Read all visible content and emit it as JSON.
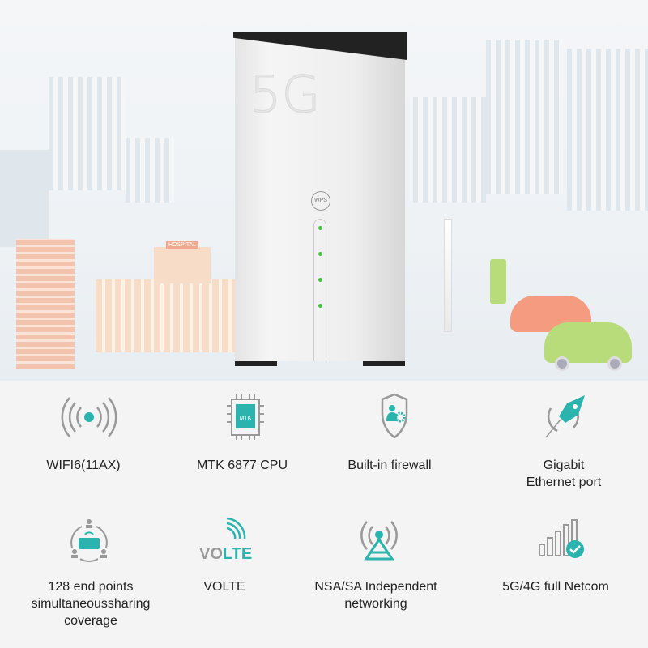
{
  "product": {
    "front_print": "5G",
    "button_label": "WPS",
    "led_count": 4
  },
  "colors": {
    "accent": "#2bb3ad",
    "icon_gray": "#999999",
    "led": "#3ec43e"
  },
  "features": [
    {
      "label": "WIFI6(11AX)",
      "icon": "wifi-signal-icon"
    },
    {
      "label": "MTK 6877 CPU",
      "icon": "cpu-chip-icon",
      "chip_text": "MTK"
    },
    {
      "label": "Built-in firewall",
      "icon": "shield-user-gear-icon"
    },
    {
      "label": "Gigabit\nEthernet port",
      "icon": "rocket-icon"
    },
    {
      "label": "128 end points\nsimultaneoussharing\ncoverage",
      "icon": "shared-router-users-icon"
    },
    {
      "label": "VOLTE",
      "icon": "volte-icon",
      "logo_text": "VOLTE"
    },
    {
      "label": "NSA/SA Independent\nnetworking",
      "icon": "antenna-tower-icon"
    },
    {
      "label": "5G/4G full Netcom",
      "icon": "signal-bars-check-icon"
    }
  ],
  "hero": {
    "hospital_sign": "HOSPITAL"
  }
}
